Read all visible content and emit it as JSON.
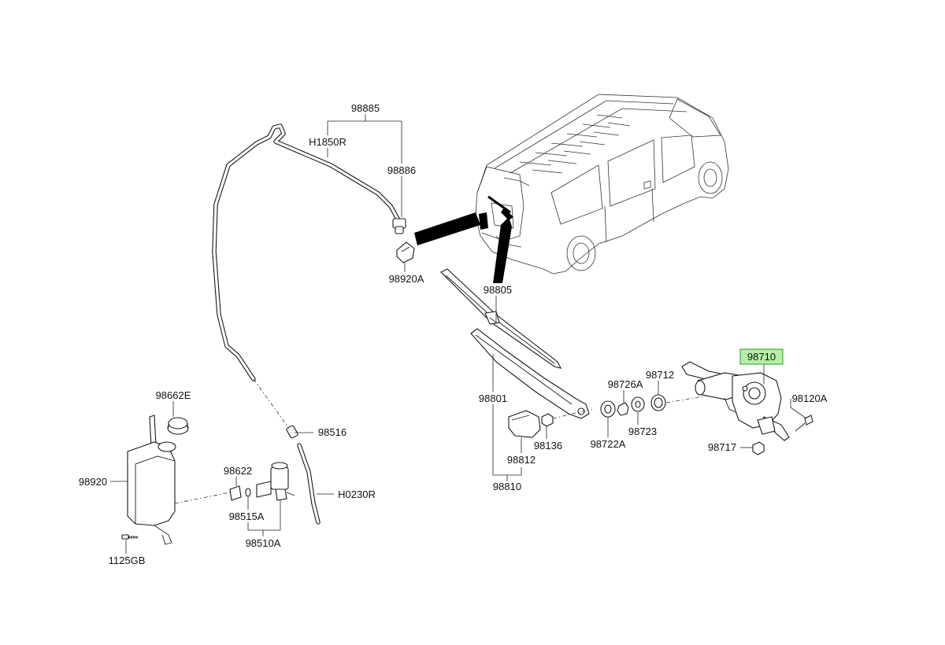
{
  "diagram": {
    "highlight_color": "#b6f0a8",
    "highlight_border": "#2f9a2a",
    "labels": {
      "p98885": "98885",
      "h1850r": "H1850R",
      "p98886": "98886",
      "p98920a": "98920A",
      "p98805": "98805",
      "p98710": "98710",
      "p98726a": "98726A",
      "p98712": "98712",
      "p98120a": "98120A",
      "p98801": "98801",
      "p98136": "98136",
      "p98722a": "98722A",
      "p98723": "98723",
      "p98717": "98717",
      "p98812": "98812",
      "p98810": "98810",
      "p98662e": "98662E",
      "p98516": "98516",
      "p98920": "98920",
      "p98622": "98622",
      "h0230r": "H0230R",
      "p98515a": "98515A",
      "p98510a": "98510A",
      "p1125gb": "1125GB"
    }
  }
}
